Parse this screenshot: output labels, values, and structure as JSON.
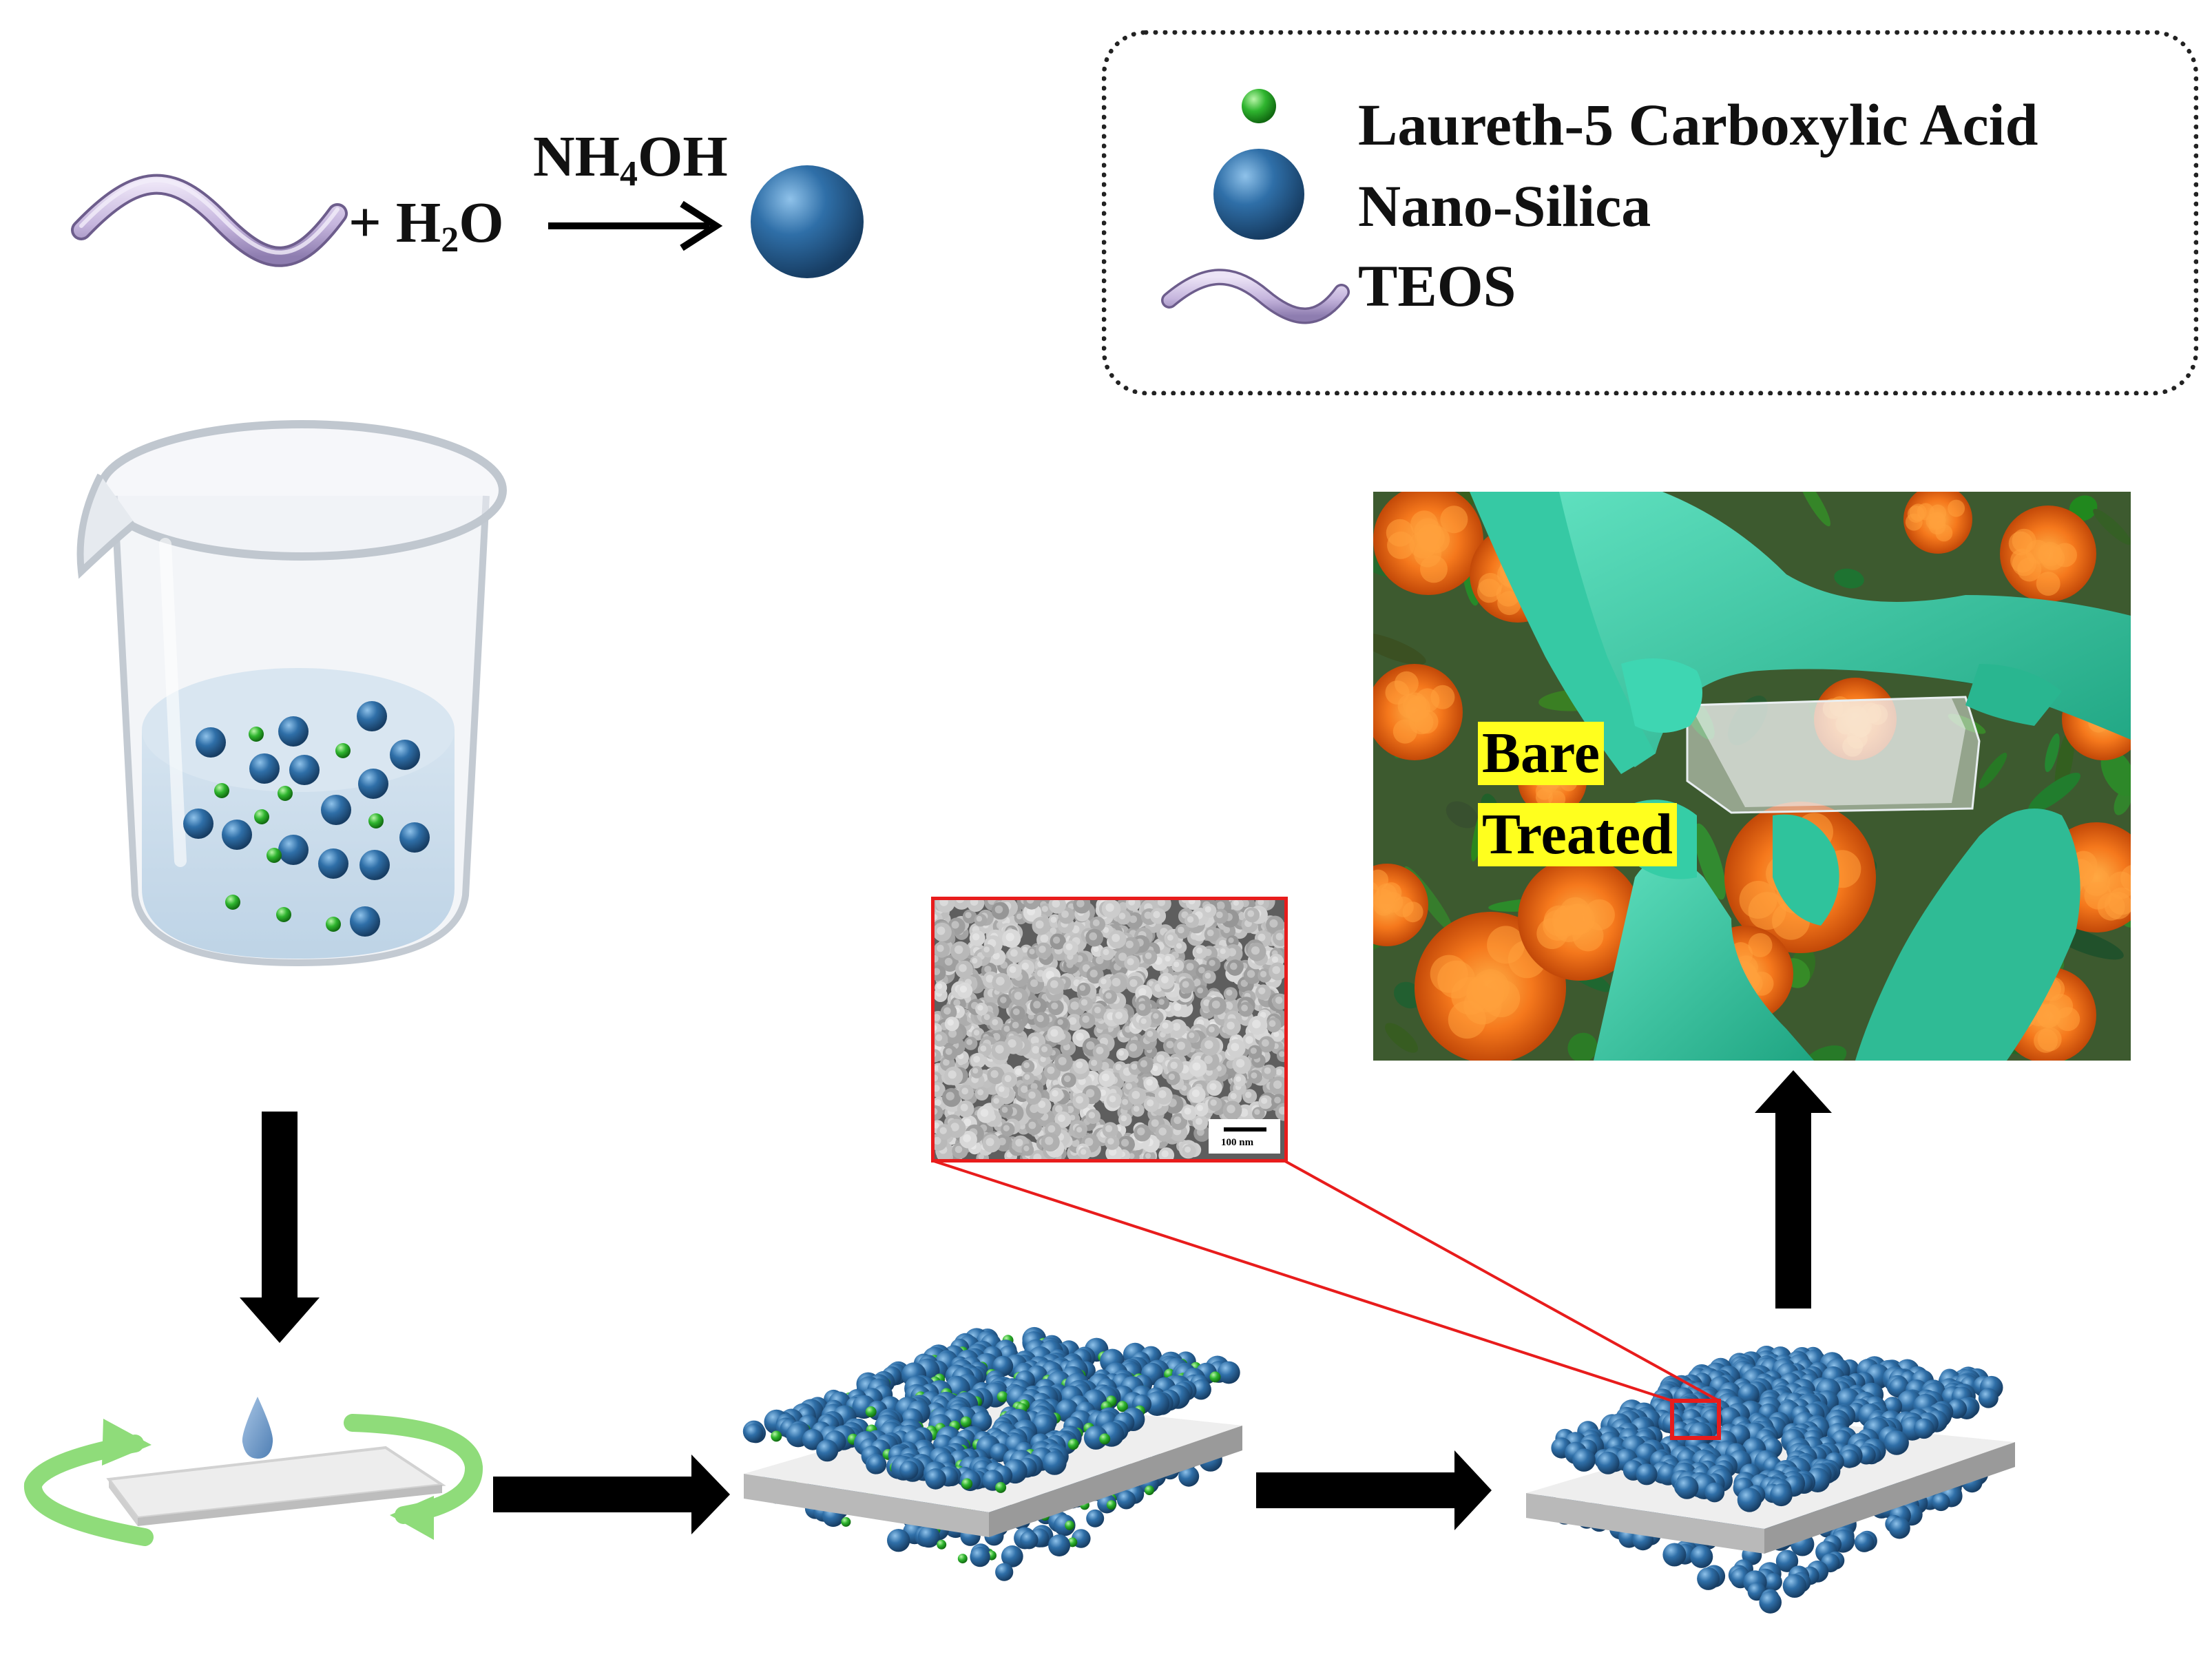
{
  "legend": {
    "items": [
      {
        "icon": "green-dot-icon",
        "label": "Laureth-5 Carboxylic Acid"
      },
      {
        "icon": "blue-sphere-icon",
        "label": "Nano-Silica"
      },
      {
        "icon": "purple-wave-icon",
        "label": "TEOS"
      }
    ]
  },
  "reaction": {
    "plus": "+",
    "water": "H",
    "water_sub": "2",
    "water_tail": "O",
    "reagent": "NH",
    "reagent_sub": "4",
    "reagent_tail": "OH"
  },
  "photo": {
    "label_bare": "Bare",
    "label_treated": "Treated"
  },
  "sem": {
    "scale_label": "100 nm"
  },
  "colors": {
    "silica": "#2f6fa8",
    "surfactant": "#2fb52f",
    "teos": "#cbbde0",
    "arrow": "#000000",
    "zoom_frame": "#e81c1c",
    "rotation_arrow": "#8fdc7a",
    "label_highlight": "#ffff1e"
  }
}
